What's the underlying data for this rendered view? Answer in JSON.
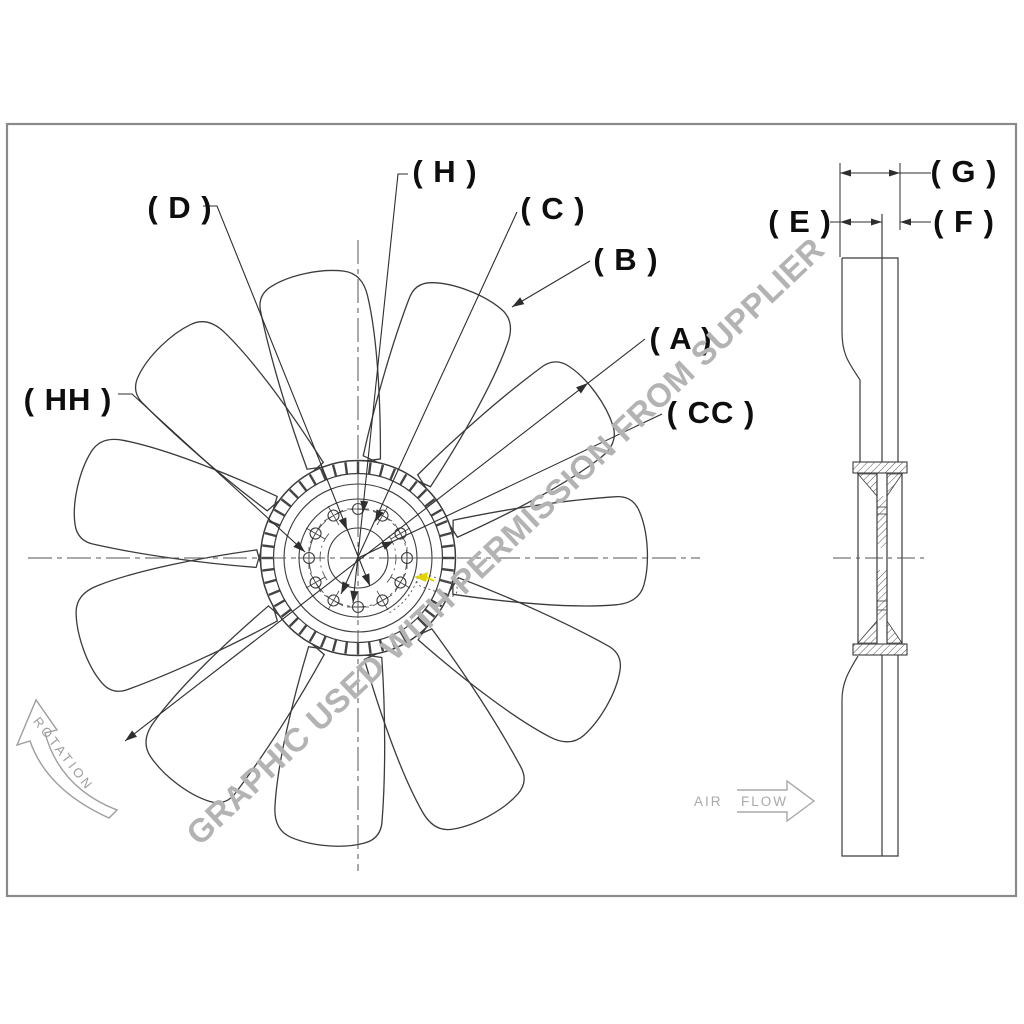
{
  "watermark": {
    "text": "GRAPHIC USED WITH PERMISSION FROM SUPPLIER",
    "color": "#b3b3b3"
  },
  "callouts": {
    "d": "( D )",
    "h": "( H )",
    "c": "( C )",
    "b": "( B )",
    "a": "( A )",
    "cc": "( CC )",
    "hh": "( HH )",
    "e": "( E )",
    "f": "( F )",
    "g": "( G )"
  },
  "annotations": {
    "rotation": "ROTATION",
    "air": "AIR",
    "flow": "FLOW"
  },
  "front_view": {
    "blade_count": 11,
    "hub_bolt_count": 12,
    "serration_tooth_count": 48
  },
  "colors": {
    "line": "#333333",
    "border": "#8a8a8a",
    "muted": "#a3a3a3",
    "watermark": "#b3b3b3",
    "accent_yellow": "#e3d400"
  }
}
